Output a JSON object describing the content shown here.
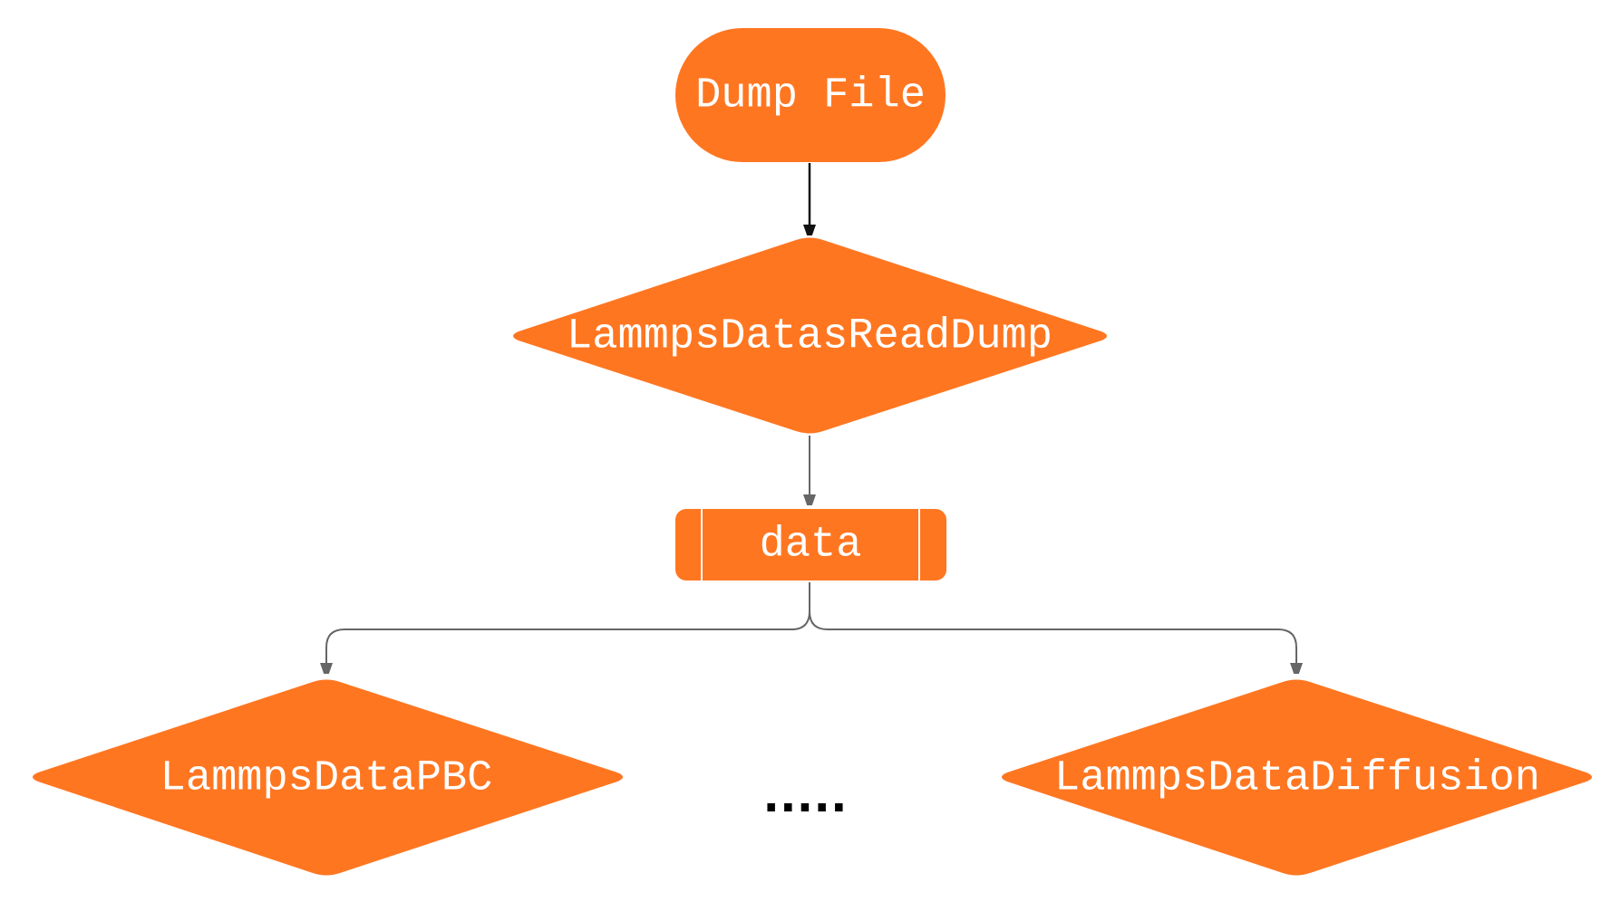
{
  "colors": {
    "node_fill": "#FF7621",
    "node_text": "#FFFFFF",
    "edge_primary": "#111111",
    "edge_secondary": "#666666",
    "background": "#FFFFFF"
  },
  "nodes": {
    "dump_file": {
      "label": "Dump File",
      "shape": "stadium"
    },
    "read_dump": {
      "label": "LammpsDatasReadDump",
      "shape": "diamond"
    },
    "data": {
      "label": "data",
      "shape": "subroutine"
    },
    "pbc": {
      "label": "LammpsDataPBC",
      "shape": "diamond"
    },
    "diffusion": {
      "label": "LammpsDataDiffusion",
      "shape": "diamond"
    }
  },
  "ellipsis": {
    "label": "....."
  },
  "edges": [
    {
      "from": "Dump File",
      "to": "LammpsDatasReadDump"
    },
    {
      "from": "LammpsDatasReadDump",
      "to": "data"
    },
    {
      "from": "data",
      "to": "LammpsDataPBC"
    },
    {
      "from": "data",
      "to": "LammpsDataDiffusion"
    }
  ]
}
